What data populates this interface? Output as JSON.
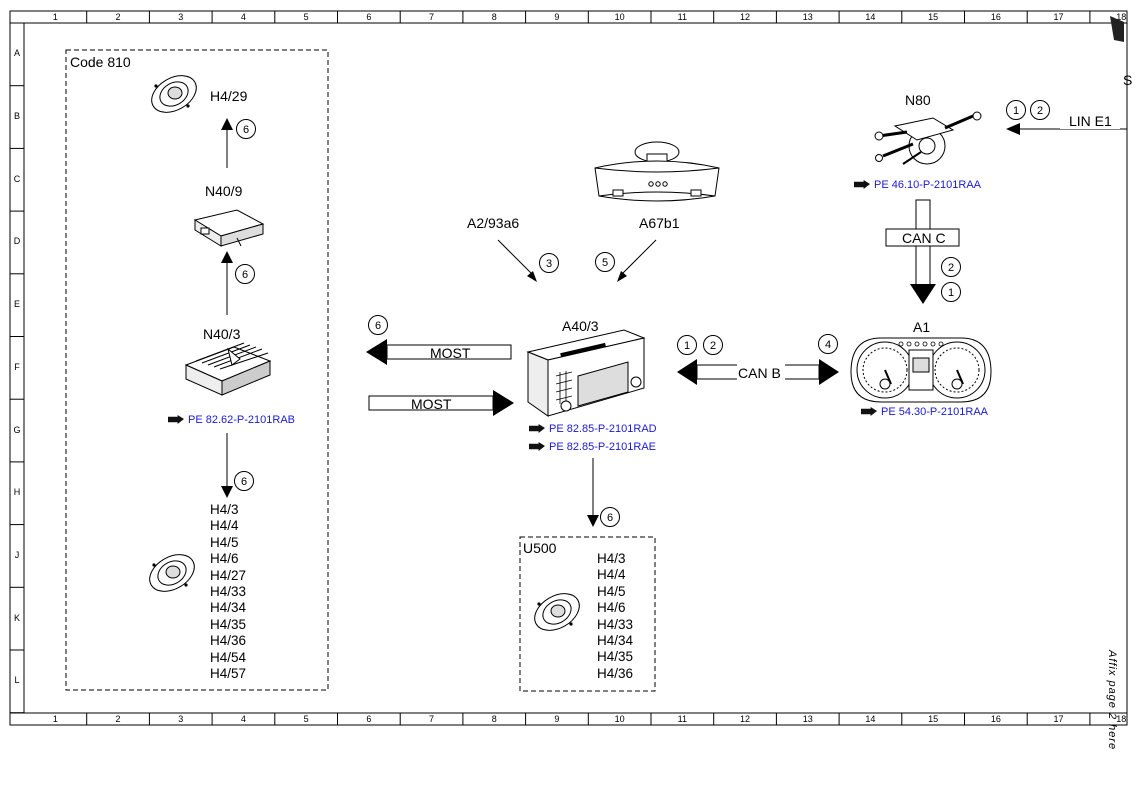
{
  "frame": {
    "columns": [
      "1",
      "2",
      "3",
      "4",
      "5",
      "6",
      "7",
      "8",
      "9",
      "10",
      "11",
      "12",
      "13",
      "14",
      "15",
      "16",
      "17",
      "18"
    ],
    "rows": [
      "A",
      "B",
      "C",
      "D",
      "E",
      "F",
      "G",
      "H",
      "J",
      "K",
      "L"
    ]
  },
  "left_group": {
    "title": "Code 810",
    "top_speaker": "H4/29",
    "module_1": "N40/9",
    "module_2": "N40/3",
    "module_2_ref": "PE 82.62-P-2101RAB",
    "speakers": [
      "H4/3",
      "H4/4",
      "H4/5",
      "H4/6",
      "H4/27",
      "H4/33",
      "H4/34",
      "H4/35",
      "H4/36",
      "H4/54",
      "H4/57"
    ]
  },
  "center": {
    "module": "A40/3",
    "ref_1": "PE 82.85-P-2101RAD",
    "ref_2": "PE 82.85-P-2101RAE",
    "input_left": "A2/93a6",
    "input_right": "A67b1",
    "bus_most_out": "MOST",
    "bus_most_in": "MOST",
    "bus_can_b": "CAN B"
  },
  "u500": {
    "title": "U500",
    "speakers": [
      "H4/3",
      "H4/4",
      "H4/5",
      "H4/6",
      "H4/33",
      "H4/34",
      "H4/35",
      "H4/36"
    ]
  },
  "right": {
    "switch": "N80",
    "switch_ref": "PE 46.10-P-2101RAA",
    "bus_lin": "LIN E1",
    "bus_can_c": "CAN C",
    "cluster": "A1",
    "cluster_ref": "PE 54.30-P-2101RAA"
  },
  "circle_numbers": {
    "h429_arrow": "6",
    "n409_arrow": "6",
    "n403_down": "6",
    "most_out": "6",
    "a2_in": "3",
    "a67_in": "5",
    "u500_arrow": "6",
    "canb_left_a": "1",
    "canb_left_b": "2",
    "canb_right": "4",
    "lin_a": "1",
    "lin_b": "2",
    "canc_a": "2",
    "canc_b": "1"
  },
  "side_note": "Affix page 2 here",
  "corner_letter": "S"
}
